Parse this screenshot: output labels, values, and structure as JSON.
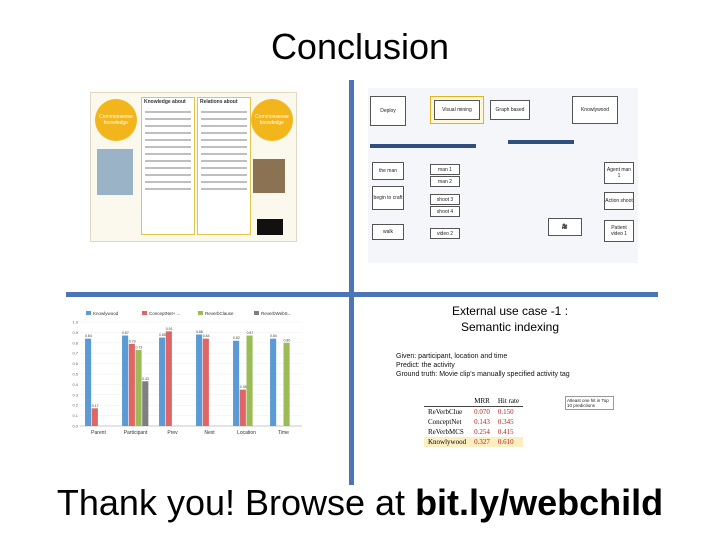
{
  "title": "Conclusion",
  "footer": {
    "text": "Thank you!  Browse at ",
    "link": "bit.ly/webchild"
  },
  "panel_knowledge": {
    "left_circle": "Commonsense knowledge",
    "right_circle": "Commonsense knowledge",
    "col1_head": "Knowledge about",
    "col2_head": "Relations about"
  },
  "panel_pipeline": {
    "boxes": [
      "Deploy",
      "Visual mining",
      "Graph based",
      "Knowlywood"
    ],
    "left_labels": [
      "the man",
      "begin to craft",
      "walk"
    ],
    "shots": [
      "man 1",
      "man 2",
      "shoot 3",
      "shoot 4",
      "video 2"
    ],
    "right_labels": [
      "Agent man 1",
      "Action shoot",
      "Patient video 1"
    ]
  },
  "panel_chart": {
    "legend": [
      "Knowlywood",
      "ConceptNet+ ...",
      "ReverbClause",
      "ReverbWebS..."
    ],
    "colors": [
      "#5b9bd5",
      "#e06666",
      "#9bbb59",
      "#7f7f7f"
    ]
  },
  "chart_data": {
    "type": "bar",
    "categories": [
      "Parent",
      "Participant",
      "Prev",
      "Next",
      "Location",
      "Time"
    ],
    "series": [
      {
        "name": "Knowlywood",
        "values": [
          0.84,
          0.87,
          0.85,
          0.88,
          0.82,
          0.84
        ]
      },
      {
        "name": "ConceptNet+ ...",
        "values": [
          0.17,
          0.79,
          0.91,
          0.84,
          0.35,
          0.0
        ]
      },
      {
        "name": "ReverbClause",
        "values": [
          0.0,
          0.73,
          0.0,
          0.0,
          0.87,
          0.8
        ]
      },
      {
        "name": "ReverbWebS...",
        "values": [
          0.0,
          0.43,
          0.0,
          0.0,
          0.0,
          0.0
        ]
      }
    ],
    "ylim": [
      0,
      1
    ]
  },
  "panel_semantic": {
    "title_line1": "External use case -1 :",
    "title_line2": "Semantic indexing",
    "given": "Given: participant, location and time",
    "predict": "Predict: the activity",
    "ground": "Ground truth: Movie clip's manually specified activity tag",
    "headers": [
      "",
      "MRR",
      "Hit rate"
    ],
    "rows": [
      [
        "ReVerbClue",
        "0.070",
        "0.150"
      ],
      [
        "ConceptNet",
        "0.143",
        "0.345"
      ],
      [
        "ReVerbMCS",
        "0.254",
        "0.415"
      ],
      [
        "Knowlywood",
        "0.327",
        "0.610"
      ]
    ],
    "callout": "Atleast one hit in Top 10 predictions"
  }
}
